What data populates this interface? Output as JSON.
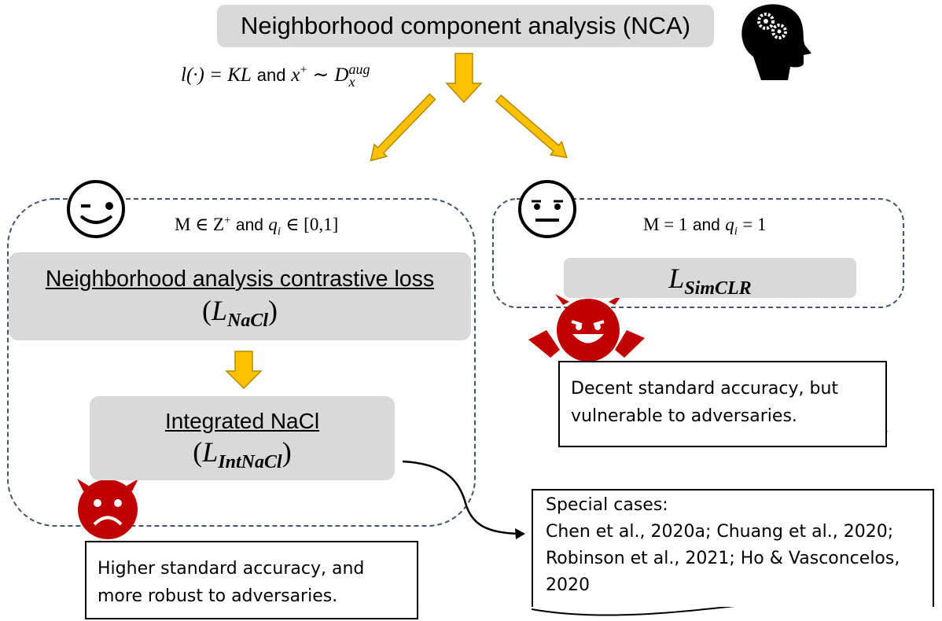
{
  "header": {
    "title": "Neighborhood component analysis (NCA)",
    "condition_and": "and",
    "condition_l": "l(·) = KL",
    "condition_x": "x",
    "condition_sup": "+",
    "condition_sim": "∼",
    "condition_D": "D",
    "condition_D_sub": "x",
    "condition_D_sup": "aug"
  },
  "left_panel": {
    "cond_M": "M ∈ Z",
    "cond_M_sup": "+",
    "cond_and": "and",
    "cond_q": "q",
    "cond_q_sub": "i",
    "cond_q_rest": "∈ [0,1]",
    "nacl_title": "Neighborhood analysis contrastive loss",
    "nacl_open": "(",
    "nacl_L": "L",
    "nacl_sub": "NaCl",
    "nacl_close": ")",
    "int_title": "Integrated NaCl",
    "int_open": "(",
    "int_L": "L",
    "int_sub": "IntNaCl",
    "int_close": ")"
  },
  "right_panel": {
    "cond_M": "M = 1",
    "cond_and": "and",
    "cond_q": "q",
    "cond_q_sub": "i",
    "cond_q_rest": "= 1",
    "simclr_L": "L",
    "simclr_sub": "SimCLR"
  },
  "notes": {
    "left_line1": "Higher standard accuracy, and",
    "left_line2": "more robust to adversaries.",
    "right_line1": "Decent standard accuracy, but",
    "right_line2": "vulnerable to adversaries.",
    "special_line1": "Special cases:",
    "special_line2": "Chen et al., 2020a; Chuang et al., 2020;",
    "special_line3": "Robinson et al., 2021; Ho & Vasconcelos,",
    "special_line4": "2020"
  },
  "colors": {
    "arrow_fill": "#ffc000",
    "arrow_stroke": "#b08a00",
    "box_gray": "#d9d9d9",
    "devil_red": "#c00000",
    "dashed_border": "#44546a"
  },
  "icons": [
    "brain-gears-icon",
    "winking-face-icon",
    "neutral-face-icon",
    "smiling-devil-icon",
    "sad-devil-icon"
  ]
}
